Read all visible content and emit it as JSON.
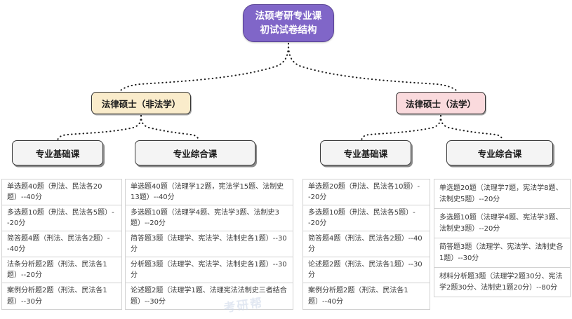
{
  "root": {
    "line1": "法硕考研专业课",
    "line2": "初试试卷结构"
  },
  "level2": {
    "left": "法律硕士（非法学）",
    "right": "法律硕士（法学）"
  },
  "level3": {
    "c1": "专业基础课",
    "c2": "专业综合课",
    "c3": "专业基础课",
    "c4": "专业综合课"
  },
  "columns": {
    "col1": [
      "单选题40题（刑法、民法各20题）--40分",
      "多选题10题（刑法、民法各5题）--20分",
      "简答题4题（刑法、民法各2题）--40分",
      "法条分析题2题（刑法、民法各1题）--20分",
      "案例分析题2题（刑法、民法各1题）--30分"
    ],
    "col2": [
      "单选题40题（法理学12题，宪法学15题、法制史13题）--40分",
      "多选题10题（法理学4题、宪法学3题、法制史3题）--20分",
      "简答题3题（法理学、宪法学、法制史各1题）--30分",
      "分析题3题（法理学、宪法学、法制史各1题）--30分",
      "论述题2题（法理学1题、法理宪法法制史三者结合题）--30分"
    ],
    "col3": [
      "单选题20题（刑法、民法各10题）--20分",
      "多选题10题（刑法、民法各5题）--20分",
      "简答题4题（刑法、民法各2题）--40分",
      "论述题2题（刑法、民法各1题）--30分",
      "案例分析题2题（刑法、民法各1题）--40分"
    ],
    "col4": [
      "单选题20题（法理学7题，宪法学8题、法制史5题）--20分",
      "多选题10题（法理学4题、宪法学3题、法制史3题）--20分",
      "简答题3题（法理学、宪法学、法制史各1题）--30分",
      "材料分析题3题（法理学2题30分、宪法学2题30分、法制史1题20分）--80分"
    ]
  },
  "watermark": "考研帮",
  "colors": {
    "root_fill": "#8066c8",
    "level2_left_fill": "#faeccb",
    "level2_right_fill": "#fadadd",
    "level3_fill": "#f4f4f4",
    "connector": "#1a1a1a",
    "list_border": "#d2d2d2"
  }
}
